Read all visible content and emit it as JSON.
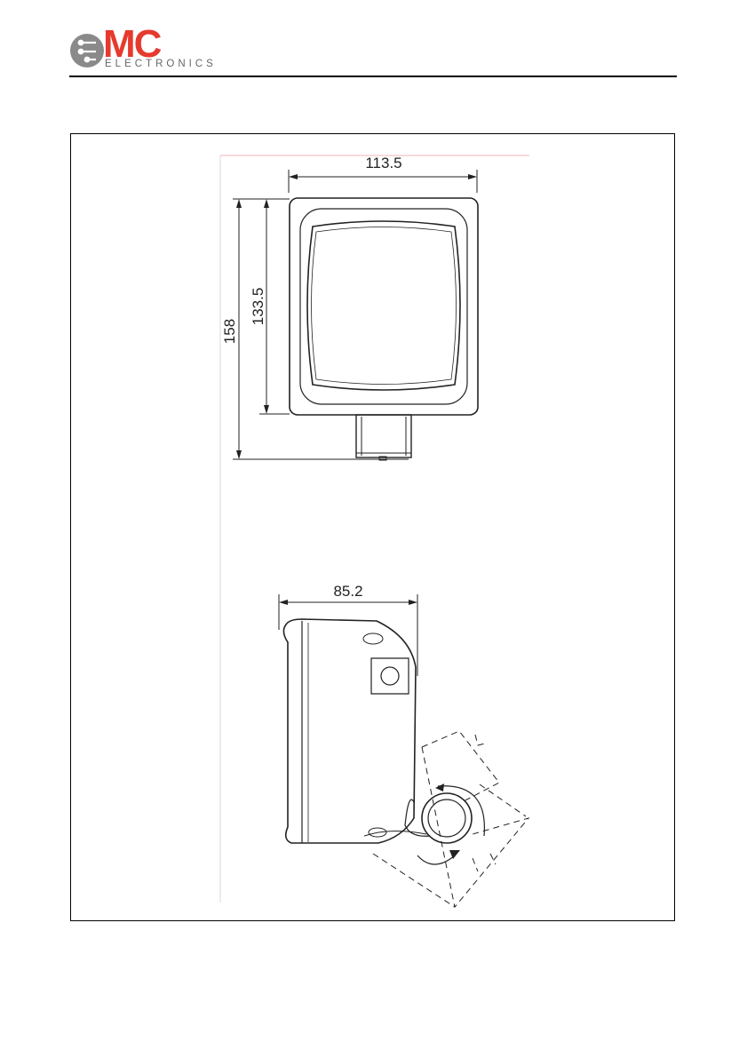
{
  "logo": {
    "mark": "MC",
    "subtitle": "ELECTRONICS",
    "colors": {
      "mark": "#e63a2e",
      "subtitle": "#666666",
      "circuit": "#8a8a8a"
    }
  },
  "drawing": {
    "front_view": {
      "width_label": "113.5",
      "body_height_label": "133.5",
      "total_height_label": "158"
    },
    "side_view": {
      "depth_label": "85.2"
    }
  }
}
